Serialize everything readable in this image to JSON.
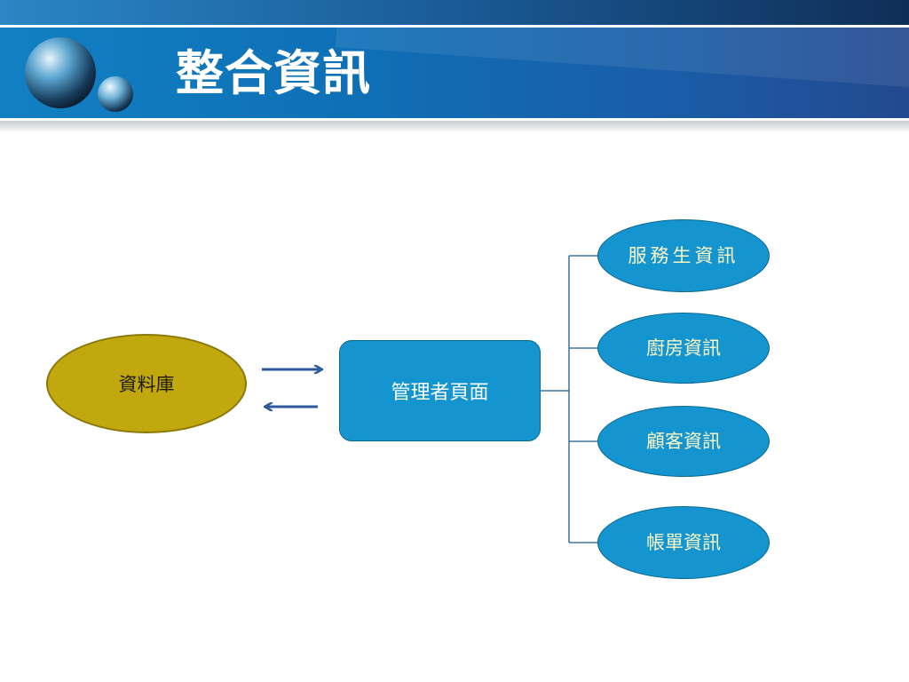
{
  "header": {
    "title": "整合資訊"
  },
  "diagram": {
    "database": "資料庫",
    "admin_page": "管理者頁面",
    "info_nodes": [
      "服務生資訊",
      "廚房資訊",
      "顧客資訊",
      "帳單資訊"
    ]
  },
  "colors": {
    "header_blue": "#1180c2",
    "node_blue": "#1495cf",
    "database_gold": "#c0a80e",
    "info_text": "#fbf6c4",
    "arrow": "#2c5a9a",
    "connector": "#1a5c8c"
  }
}
